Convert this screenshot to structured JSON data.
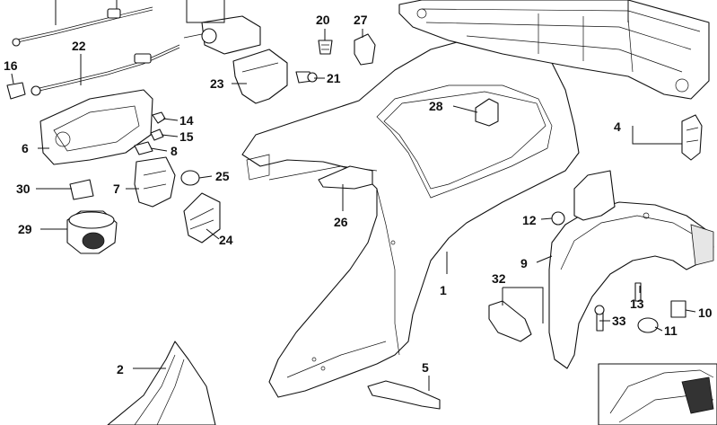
{
  "diagram": {
    "callouts": [
      {
        "id": "1",
        "label": "1"
      },
      {
        "id": "2",
        "label": "2"
      },
      {
        "id": "4",
        "label": "4"
      },
      {
        "id": "5",
        "label": "5"
      },
      {
        "id": "6",
        "label": "6"
      },
      {
        "id": "7",
        "label": "7"
      },
      {
        "id": "8",
        "label": "8"
      },
      {
        "id": "9",
        "label": "9"
      },
      {
        "id": "10",
        "label": "10"
      },
      {
        "id": "11",
        "label": "11"
      },
      {
        "id": "12",
        "label": "12"
      },
      {
        "id": "13",
        "label": "13"
      },
      {
        "id": "14",
        "label": "14"
      },
      {
        "id": "15",
        "label": "15"
      },
      {
        "id": "16",
        "label": "16"
      },
      {
        "id": "20",
        "label": "20"
      },
      {
        "id": "21",
        "label": "21"
      },
      {
        "id": "22",
        "label": "22"
      },
      {
        "id": "23",
        "label": "23"
      },
      {
        "id": "24",
        "label": "24"
      },
      {
        "id": "25",
        "label": "25"
      },
      {
        "id": "26",
        "label": "26"
      },
      {
        "id": "27",
        "label": "27"
      },
      {
        "id": "28",
        "label": "28"
      },
      {
        "id": "29",
        "label": "29"
      },
      {
        "id": "30",
        "label": "30"
      },
      {
        "id": "32",
        "label": "32"
      },
      {
        "id": "33",
        "label": "33"
      }
    ]
  },
  "colors": {
    "ink": "#111111",
    "background": "#ffffff",
    "shade": "#e6e6e6",
    "dark": "#333333"
  }
}
